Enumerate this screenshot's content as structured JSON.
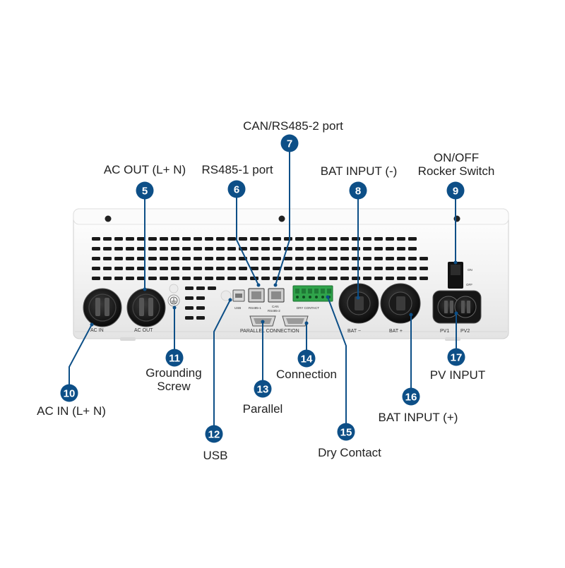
{
  "callouts": [
    {
      "number": "5",
      "label": "AC OUT (L+ N)"
    },
    {
      "number": "6",
      "label": "RS485-1 port"
    },
    {
      "number": "7",
      "label": "CAN/RS485-2 port"
    },
    {
      "number": "8",
      "label": "BAT INPUT (-)"
    },
    {
      "number": "9",
      "label_line1": "ON/OFF",
      "label_line2": "Rocker Switch"
    },
    {
      "number": "10",
      "label": "AC IN (L+ N)"
    },
    {
      "number": "11",
      "label_line1": "Grounding",
      "label_line2": "Screw"
    },
    {
      "number": "12",
      "label": "USB"
    },
    {
      "number": "13",
      "label": "Parallel"
    },
    {
      "number": "14",
      "label": "Connection"
    },
    {
      "number": "15",
      "label": "Dry Contact"
    },
    {
      "number": "16",
      "label": "BAT INPUT (+)"
    },
    {
      "number": "17",
      "label": "PV INPUT"
    }
  ],
  "panel_labels": {
    "ac_in": "AC IN",
    "ac_out": "AC OUT",
    "usb": "USB",
    "rs485_1": "RS485-1",
    "can_1": "CAN",
    "can_2": "RS485-2",
    "dry_contact": "DRY CONTACT",
    "parallel_connection": "PARALLEL CONNECTION",
    "bat_minus": "BAT −",
    "bat_plus": "BAT +",
    "pv1": "PV1",
    "pv2": "PV2",
    "switch_on": "ON",
    "switch_off": "OFF"
  },
  "colors": {
    "badge": "#0d4f87",
    "leader": "#0d4f87",
    "device_body": "#f2f2f2",
    "vent_slots": "#1a1a1a"
  }
}
